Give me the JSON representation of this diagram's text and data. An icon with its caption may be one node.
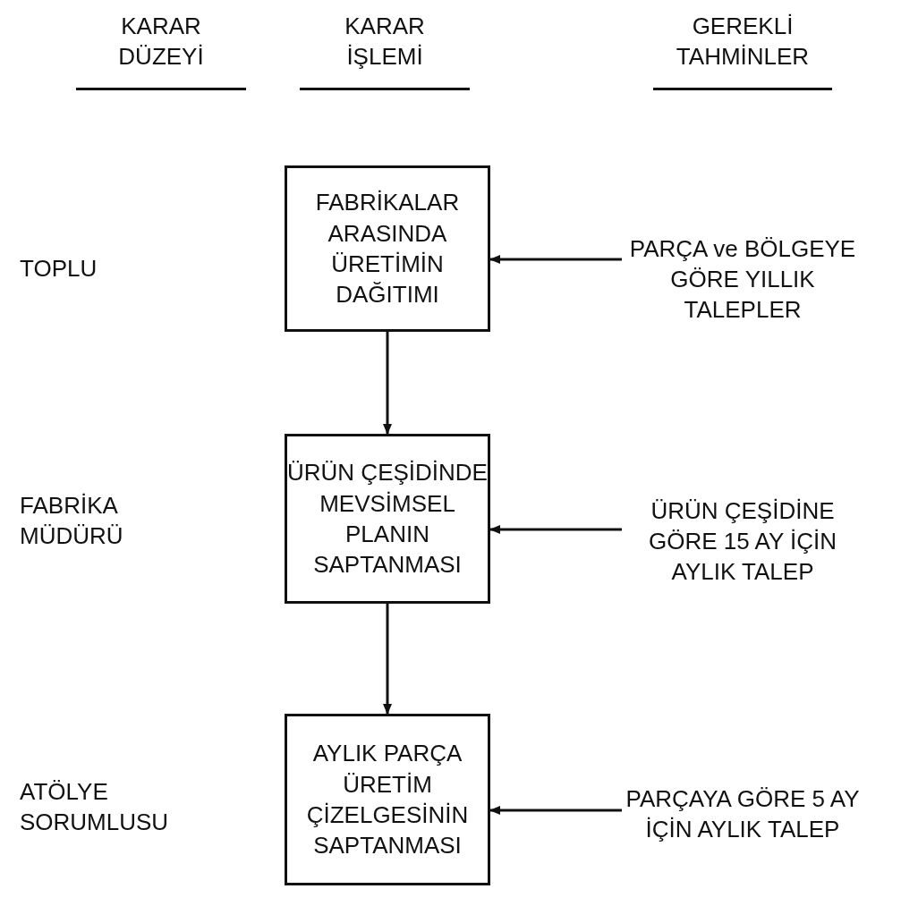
{
  "diagram": {
    "nodes": [
      {
        "text": [
          "FABRİKALAR ARASINDA ÜRETİMİN DAĞITIMI"
        ]
      },
      {
        "text": [
          "PARÇA ve BÖLGEYE GÖRE YILLIK TALEPLER"
        ]
      },
      {
        "text": [
          "ÜRÜN ÇEŞİDİNDE MEVSİMSEL PLANIN SAPTANMASI"
        ]
      },
      {
        "text": [
          "ÜRÜN ÇEŞİDİNE GÖRE 15 AY İÇİN AYLIK TALEP"
        ]
      },
      {
        "text": [
          "AYLIK PARÇA ÜRETİM ÇİZELGESİNİN SAPTANMASI"
        ]
      },
      {
        "text": [
          "PARÇAYA GÖRE 5 AY İÇİN AYLIK TALEP"
        ]
      }
    ],
    "edges": [
      {
        "from": 1,
        "to": 0,
        "arrow": "to"
      },
      {
        "from": 0,
        "to": 2,
        "arrow": "to"
      },
      {
        "from": 3,
        "to": 2,
        "arrow": "to"
      },
      {
        "from": 2,
        "to": 4,
        "arrow": "to"
      },
      {
        "from": 5,
        "to": 4,
        "arrow": "to"
      }
    ],
    "labels": [
      "KARAR DÜZEYİ",
      "KARAR İŞLEMİ",
      "GEREKLİ TAHMİNLER",
      "TOPLU",
      "FABRİKA MÜDÜRÜ",
      "ATÖLYE SORUMLUSU"
    ]
  }
}
